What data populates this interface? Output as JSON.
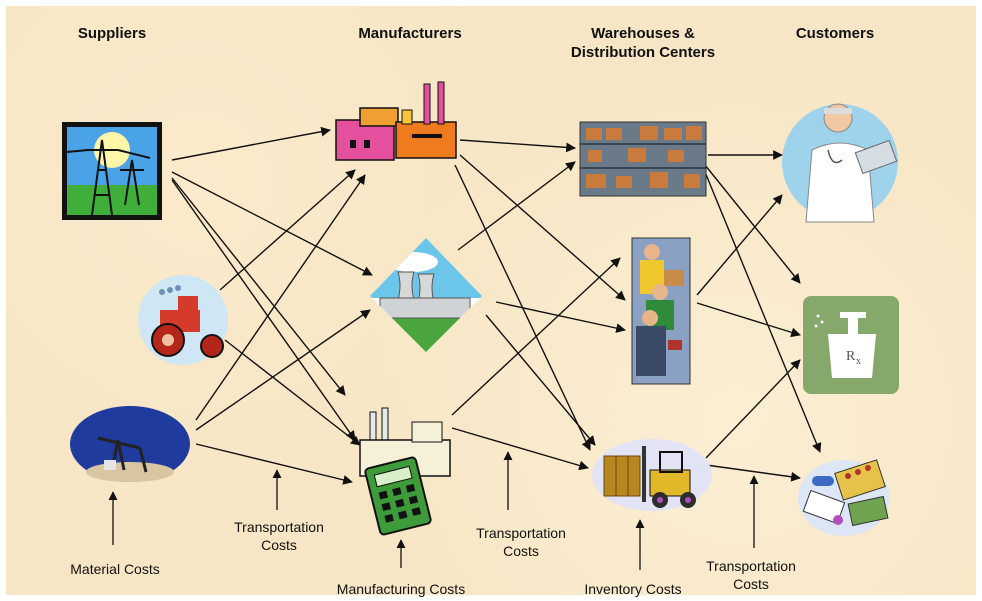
{
  "headers": {
    "suppliers": "Suppliers",
    "manufacturers": "Manufacturers",
    "warehouses_line1": "Warehouses &",
    "warehouses_line2": "Distribution Centers",
    "customers": "Customers"
  },
  "costs": {
    "material": "Material Costs",
    "transport1_line1": "Transportation",
    "transport1_line2": "Costs",
    "manufacturing": "Manufacturing Costs",
    "transport2_line1": "Transportation",
    "transport2_line2": "Costs",
    "inventory": "Inventory Costs",
    "transport3_line1": "Transportation",
    "transport3_line2": "Costs"
  },
  "icons": {
    "supplier_power": "power-tower-icon",
    "supplier_tractor": "tractor-icon",
    "supplier_oil": "oil-pump-icon",
    "mfg_factory": "factory-icon",
    "mfg_plant": "power-plant-icon",
    "mfg_calc": "factory-calculator-icon",
    "wh_warehouse": "warehouse-shelves-icon",
    "wh_people": "workers-icon",
    "wh_forklift": "forklift-icon",
    "cust_doctor": "doctor-icon",
    "cust_rx": "prescription-icon",
    "cust_pills": "pills-icon"
  },
  "colors": {
    "background": "#f7e6c5",
    "arrow": "#111111",
    "rx_green": "#86a86a"
  }
}
